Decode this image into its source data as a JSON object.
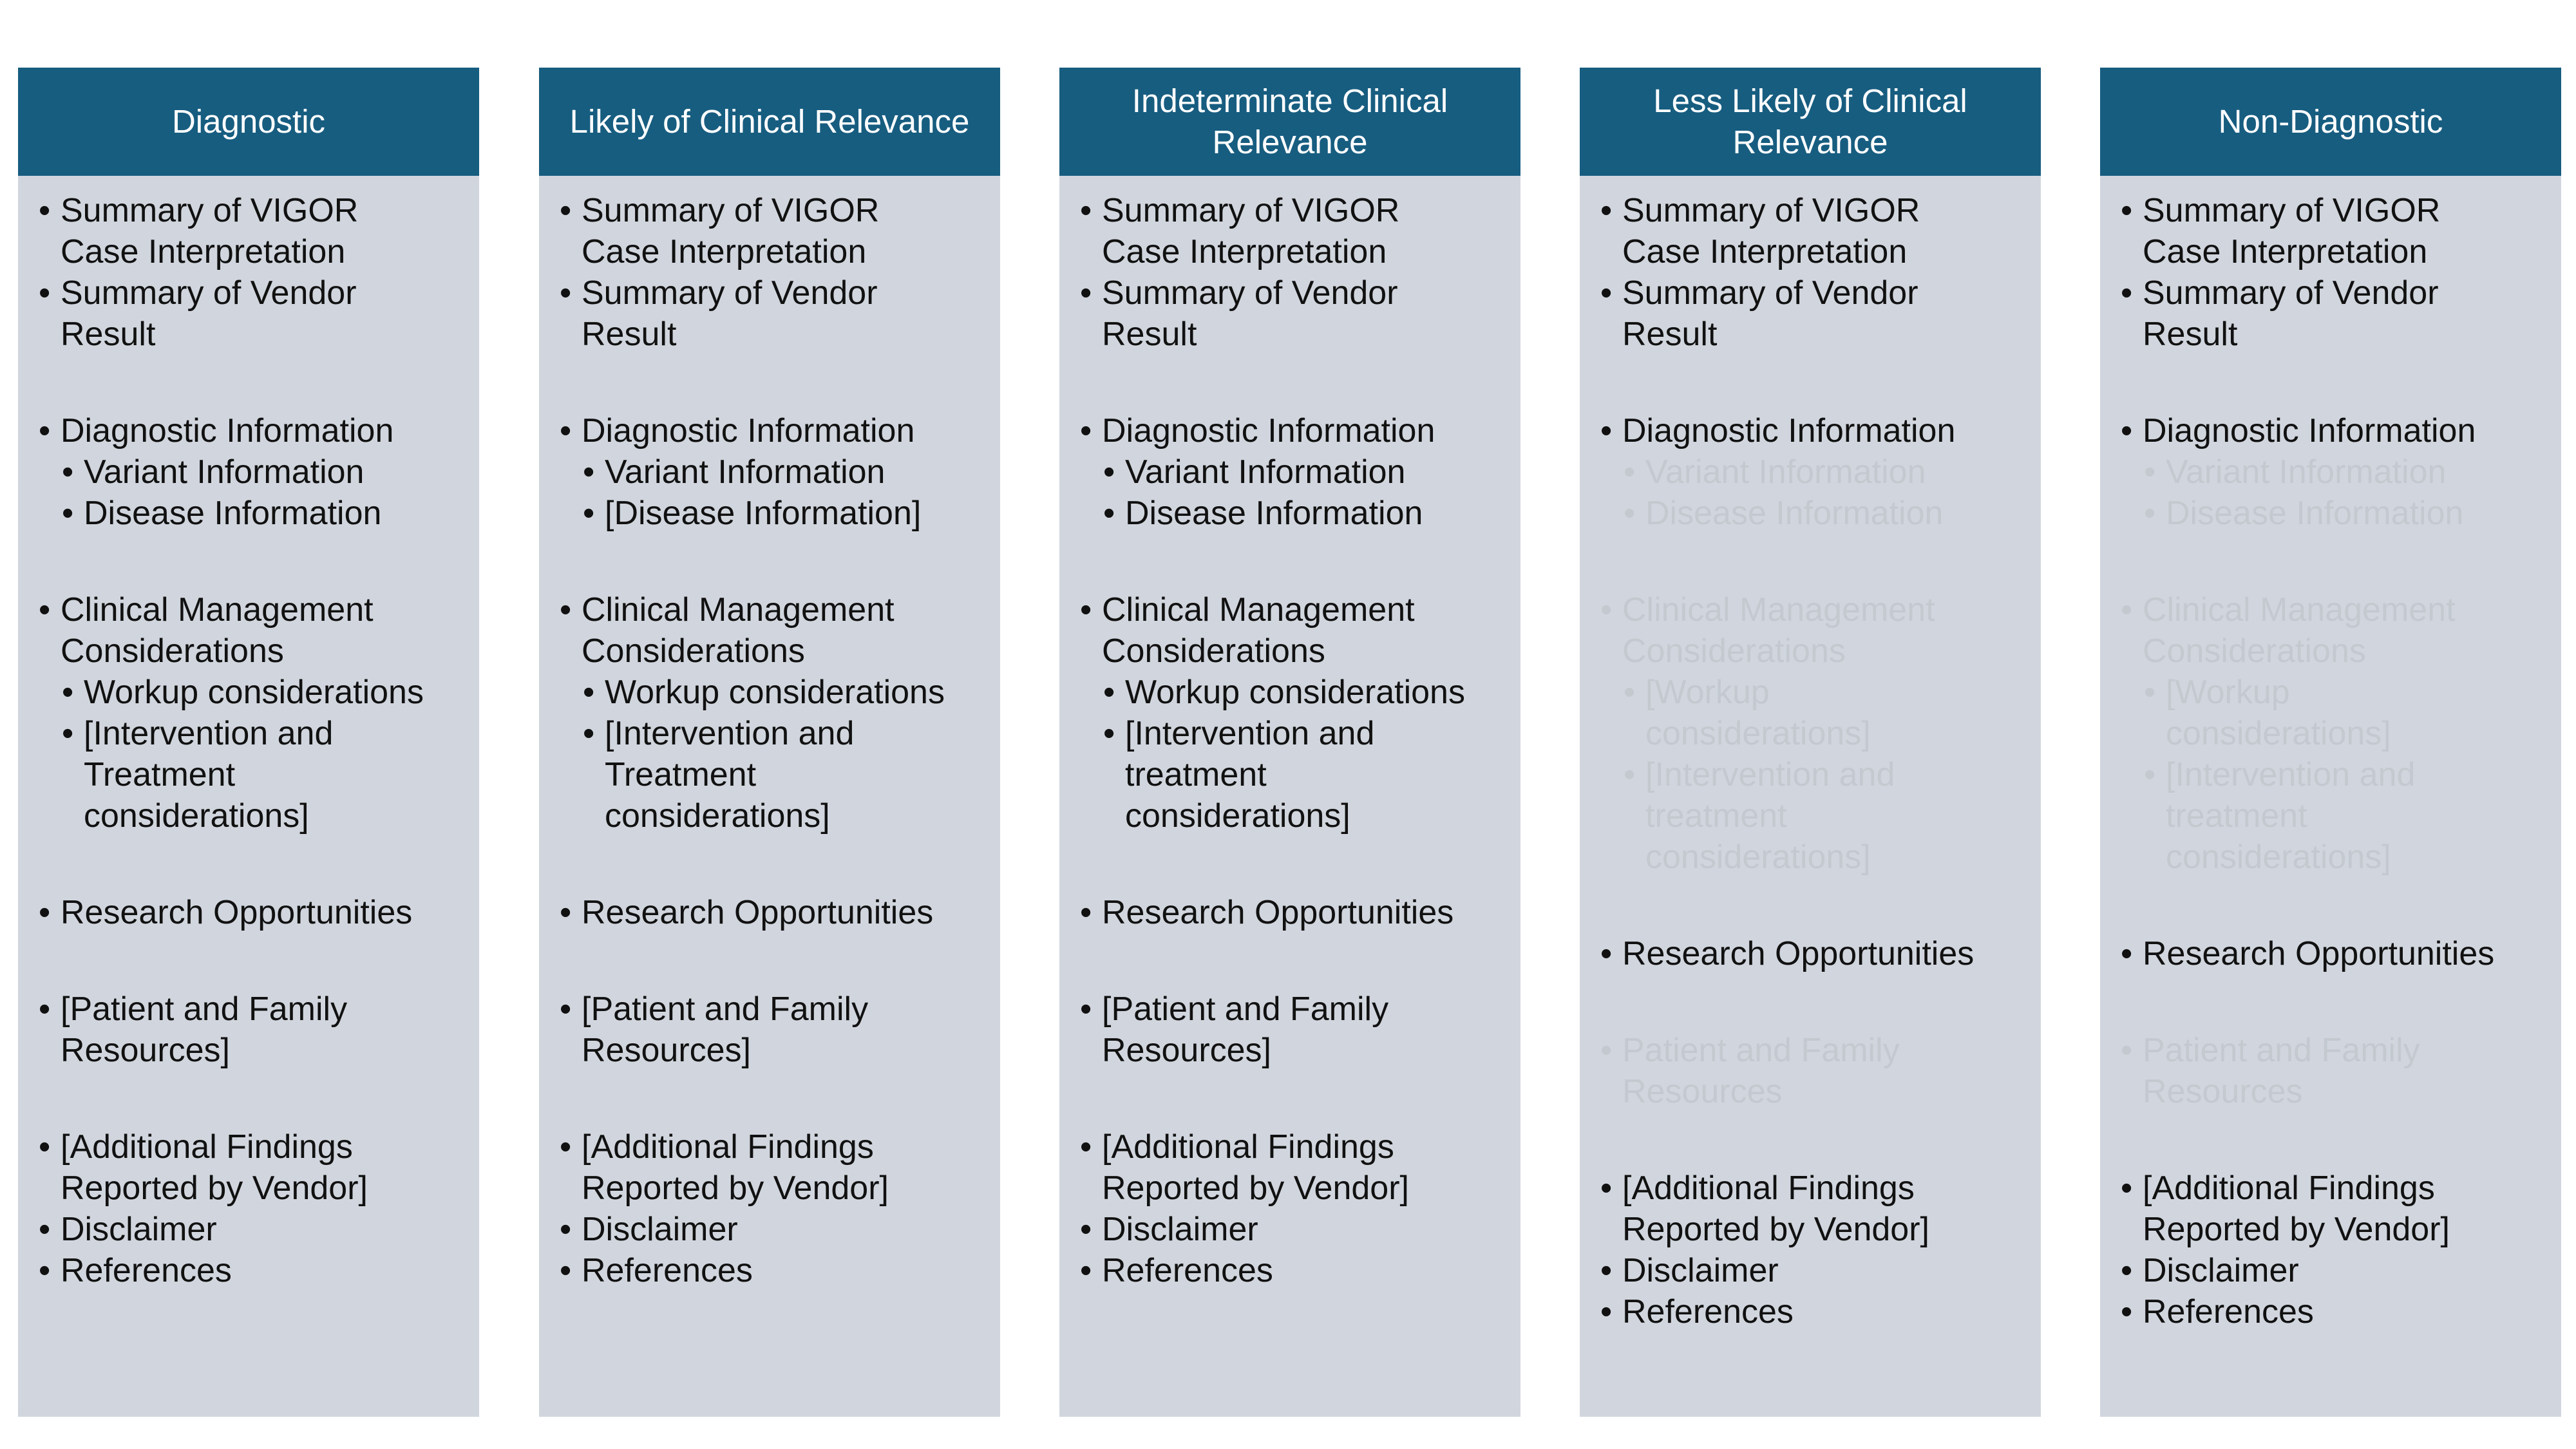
{
  "colors": {
    "header_bg": "#175d80",
    "body_bg": "#d1d6de",
    "text": "#111111",
    "faded_text": "#c4c9d0"
  },
  "columns": [
    {
      "header": "Diagnostic",
      "items": [
        {
          "text": "Summary of VIGOR Case Interpretation",
          "level": 1,
          "faded": false,
          "gap": 0
        },
        {
          "text": "Summary of Vendor Result",
          "level": 1,
          "faded": false,
          "gap": 0
        },
        {
          "text": "Diagnostic Information",
          "level": 1,
          "faded": false,
          "gap": 1
        },
        {
          "text": "Variant Information",
          "level": 2,
          "faded": false,
          "gap": 0
        },
        {
          "text": "Disease Information",
          "level": 2,
          "faded": false,
          "gap": 0
        },
        {
          "text": "Clinical Management Considerations",
          "level": 1,
          "faded": false,
          "gap": 1
        },
        {
          "text": "Workup considerations",
          "level": 2,
          "faded": false,
          "gap": 0
        },
        {
          "text": "[Intervention and Treatment considerations]",
          "level": 2,
          "faded": false,
          "gap": 0
        },
        {
          "text": "Research Opportunities",
          "level": 1,
          "faded": false,
          "gap": 1
        },
        {
          "text": "[Patient and Family Resources]",
          "level": 1,
          "faded": false,
          "gap": 1
        },
        {
          "text": "[Additional Findings Reported by Vendor]",
          "level": 1,
          "faded": false,
          "gap": 1
        },
        {
          "text": "Disclaimer",
          "level": 1,
          "faded": false,
          "gap": 0
        },
        {
          "text": "References",
          "level": 1,
          "faded": false,
          "gap": 0
        }
      ]
    },
    {
      "header": "Likely of Clinical Relevance",
      "items": [
        {
          "text": "Summary of VIGOR Case Interpretation",
          "level": 1,
          "faded": false,
          "gap": 0
        },
        {
          "text": "Summary of Vendor Result",
          "level": 1,
          "faded": false,
          "gap": 0
        },
        {
          "text": "Diagnostic Information",
          "level": 1,
          "faded": false,
          "gap": 1
        },
        {
          "text": "Variant Information",
          "level": 2,
          "faded": false,
          "gap": 0
        },
        {
          "text": "[Disease Information]",
          "level": 2,
          "faded": false,
          "gap": 0
        },
        {
          "text": "Clinical Management Considerations",
          "level": 1,
          "faded": false,
          "gap": 1
        },
        {
          "text": "Workup considerations",
          "level": 2,
          "faded": false,
          "gap": 0
        },
        {
          "text": "[Intervention and Treatment considerations]",
          "level": 2,
          "faded": false,
          "gap": 0
        },
        {
          "text": "Research Opportunities",
          "level": 1,
          "faded": false,
          "gap": 1
        },
        {
          "text": "[Patient and Family Resources]",
          "level": 1,
          "faded": false,
          "gap": 1
        },
        {
          "text": "[Additional Findings Reported by Vendor]",
          "level": 1,
          "faded": false,
          "gap": 1
        },
        {
          "text": "Disclaimer",
          "level": 1,
          "faded": false,
          "gap": 0
        },
        {
          "text": "References",
          "level": 1,
          "faded": false,
          "gap": 0
        }
      ]
    },
    {
      "header": "Indeterminate Clinical Relevance",
      "items": [
        {
          "text": "Summary of VIGOR Case Interpretation",
          "level": 1,
          "faded": false,
          "gap": 0
        },
        {
          "text": "Summary of Vendor Result",
          "level": 1,
          "faded": false,
          "gap": 0
        },
        {
          "text": "Diagnostic Information",
          "level": 1,
          "faded": false,
          "gap": 1
        },
        {
          "text": "Variant Information",
          "level": 2,
          "faded": false,
          "gap": 0
        },
        {
          "text": "Disease Information",
          "level": 2,
          "faded": false,
          "gap": 0
        },
        {
          "text": "Clinical Management Considerations",
          "level": 1,
          "faded": false,
          "gap": 1
        },
        {
          "text": "Workup considerations",
          "level": 2,
          "faded": false,
          "gap": 0
        },
        {
          "text": "[Intervention and treatment considerations]",
          "level": 2,
          "faded": false,
          "gap": 0
        },
        {
          "text": "Research Opportunities",
          "level": 1,
          "faded": false,
          "gap": 1
        },
        {
          "text": "[Patient and Family Resources]",
          "level": 1,
          "faded": false,
          "gap": 1
        },
        {
          "text": "[Additional Findings Reported by Vendor]",
          "level": 1,
          "faded": false,
          "gap": 1
        },
        {
          "text": "Disclaimer",
          "level": 1,
          "faded": false,
          "gap": 0
        },
        {
          "text": "References",
          "level": 1,
          "faded": false,
          "gap": 0
        }
      ]
    },
    {
      "header": "Less Likely of Clinical Relevance",
      "items": [
        {
          "text": "Summary of VIGOR Case Interpretation",
          "level": 1,
          "faded": false,
          "gap": 0
        },
        {
          "text": "Summary of Vendor Result",
          "level": 1,
          "faded": false,
          "gap": 0
        },
        {
          "text": "Diagnostic Information",
          "level": 1,
          "faded": false,
          "gap": 1
        },
        {
          "text": "Variant Information",
          "level": 2,
          "faded": true,
          "gap": 0
        },
        {
          "text": "Disease Information",
          "level": 2,
          "faded": true,
          "gap": 0
        },
        {
          "text": "Clinical Management Considerations",
          "level": 1,
          "faded": true,
          "gap": 1
        },
        {
          "text": "[Workup considerations]",
          "level": 2,
          "faded": true,
          "gap": 0
        },
        {
          "text": "[Intervention and treatment considerations]",
          "level": 2,
          "faded": true,
          "gap": 0
        },
        {
          "text": "Research Opportunities",
          "level": 1,
          "faded": false,
          "gap": 1
        },
        {
          "text": "Patient and Family Resources",
          "level": 1,
          "faded": true,
          "gap": 1
        },
        {
          "text": "[Additional Findings Reported by Vendor]",
          "level": 1,
          "faded": false,
          "gap": 1
        },
        {
          "text": "Disclaimer",
          "level": 1,
          "faded": false,
          "gap": 0
        },
        {
          "text": "References",
          "level": 1,
          "faded": false,
          "gap": 0
        }
      ]
    },
    {
      "header": "Non-Diagnostic",
      "items": [
        {
          "text": "Summary of VIGOR Case Interpretation",
          "level": 1,
          "faded": false,
          "gap": 0
        },
        {
          "text": "Summary of Vendor Result",
          "level": 1,
          "faded": false,
          "gap": 0
        },
        {
          "text": "Diagnostic Information",
          "level": 1,
          "faded": false,
          "gap": 1
        },
        {
          "text": "Variant Information",
          "level": 2,
          "faded": true,
          "gap": 0
        },
        {
          "text": "Disease Information",
          "level": 2,
          "faded": true,
          "gap": 0
        },
        {
          "text": "Clinical Management Considerations",
          "level": 1,
          "faded": true,
          "gap": 1
        },
        {
          "text": "[Workup considerations]",
          "level": 2,
          "faded": true,
          "gap": 0
        },
        {
          "text": "[Intervention and treatment considerations]",
          "level": 2,
          "faded": true,
          "gap": 0
        },
        {
          "text": "Research Opportunities",
          "level": 1,
          "faded": false,
          "gap": 1
        },
        {
          "text": "Patient and Family Resources",
          "level": 1,
          "faded": true,
          "gap": 1
        },
        {
          "text": "[Additional Findings Reported by Vendor]",
          "level": 1,
          "faded": false,
          "gap": 1
        },
        {
          "text": "Disclaimer",
          "level": 1,
          "faded": false,
          "gap": 0
        },
        {
          "text": "References",
          "level": 1,
          "faded": false,
          "gap": 0
        }
      ]
    }
  ]
}
